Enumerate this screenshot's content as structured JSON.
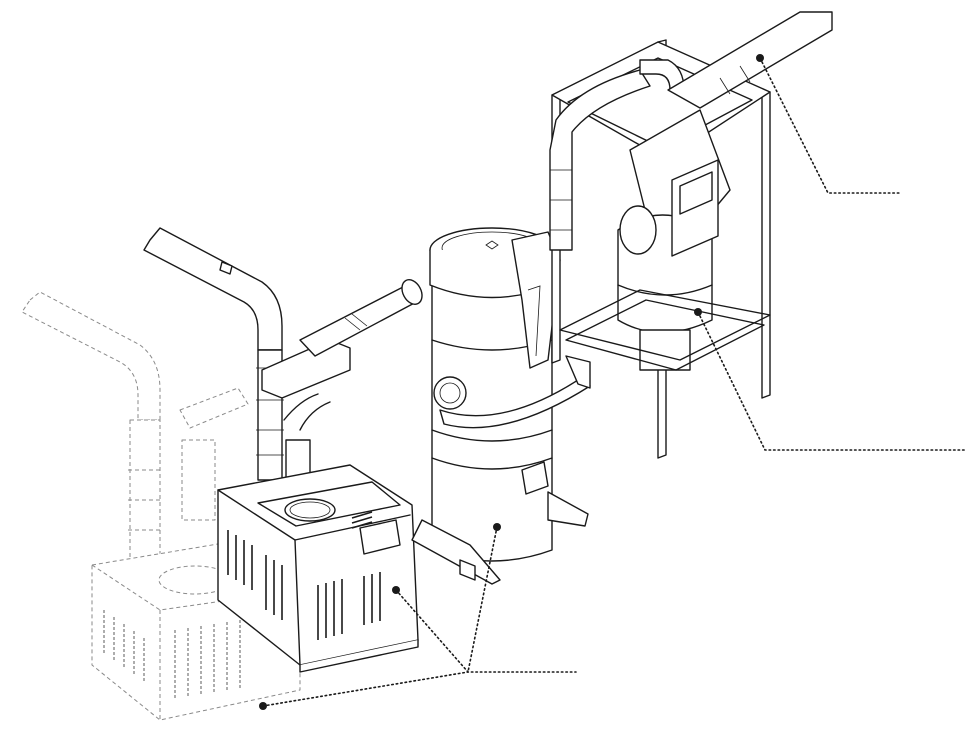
{
  "image": {
    "type": "technical isometric line drawing",
    "colors": {
      "line": "#1a1a1a",
      "ghost_line": "#8a8a8a",
      "background": "#ffffff"
    }
  },
  "callouts": [
    {
      "id": "overhead-duct",
      "label": ""
    },
    {
      "id": "cyclone-separator",
      "label": ""
    },
    {
      "id": "power-units",
      "label": ""
    }
  ]
}
